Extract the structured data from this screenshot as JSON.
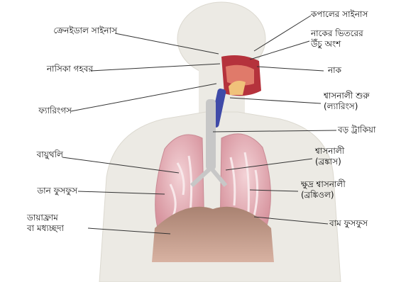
{
  "labels": {
    "cranial_sinus": "ক্রেনইডাল সাইনাস",
    "nasal_cavity": "নাসিকা গহবর",
    "pharynx": "ফ্যারিংগস",
    "alveoli": "বায়ুথলি",
    "right_lung": "ডান ফুসফুস",
    "diaphragm_1": "ডায়াফ্রাম",
    "diaphragm_2": "বা মধ্যচ্ছদা",
    "frontal_sinus": "কপালের সাইনাস",
    "nasal_interior_1": "নাকের ভিতরের",
    "nasal_interior_2": "উঁচু অংশ",
    "nose": "নাক",
    "larynx_1": "শ্বাসনালী শুরু",
    "larynx_2": "(ল্যারিংস)",
    "trachea": "বড় ট্রাকিয়া",
    "bronchus_1": "শ্বাসনালী",
    "bronchus_2": "(ব্রঙ্কাস)",
    "bronchiole_1": "ক্ষুদ্র শ্বাসনালী",
    "bronchiole_2": "(ব্রঙ্কিওল)",
    "left_lung": "বাম ফুসফুস"
  },
  "colors": {
    "skin": "#eceae4",
    "lung": "#e8b8be",
    "lung_dark": "#c98a94",
    "diaphragm": "#b98a7a",
    "airway": "#c7c7c7",
    "bronchus_tube": "#3f4aa8",
    "nasal": "#b5323c",
    "leader": "#333333"
  }
}
